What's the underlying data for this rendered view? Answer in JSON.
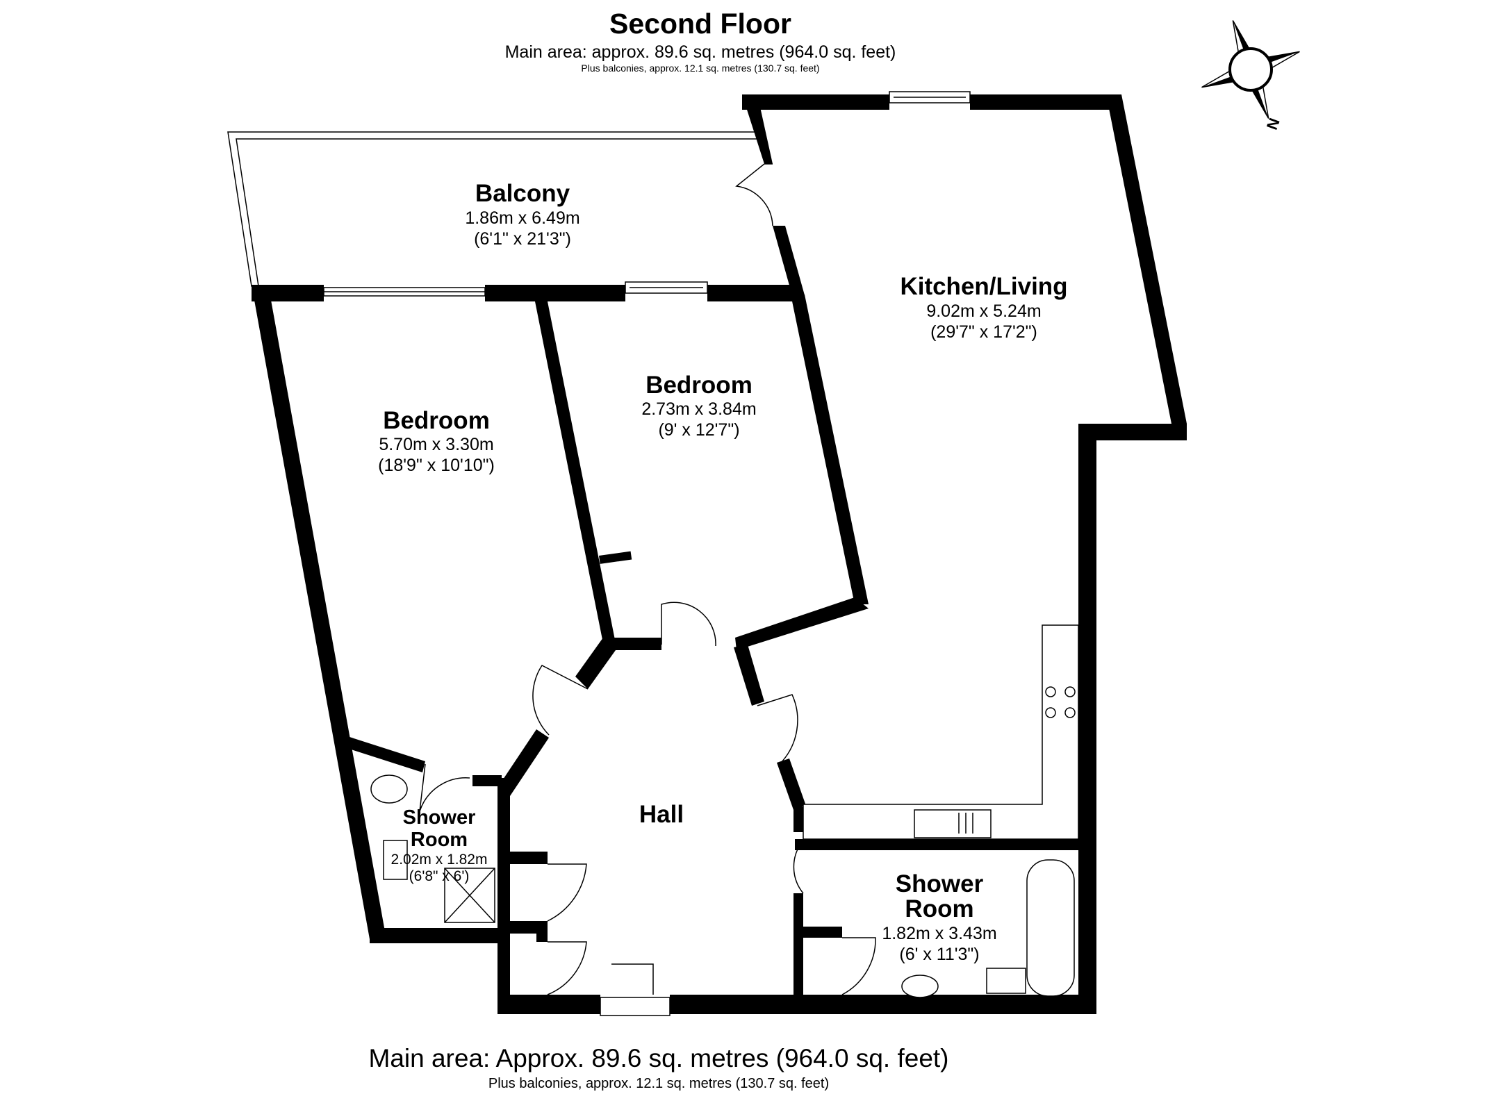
{
  "header": {
    "title": "Second Floor",
    "main_area": "Main area: approx. 89.6 sq. metres (964.0 sq. feet)",
    "plus_balconies": "Plus balconies, approx. 12.1 sq. metres (130.7 sq. feet)"
  },
  "footer": {
    "main_area": "Main area: Approx. 89.6 sq. metres (964.0 sq. feet)",
    "plus_balconies": "Plus balconies, approx. 12.1 sq. metres (130.7 sq. feet)"
  },
  "compass": {
    "label": "N"
  },
  "rooms": {
    "balcony": {
      "name": "Balcony",
      "metric": "1.86m x 6.49m",
      "imperial": "(6'1\" x 21'3\")"
    },
    "kitchen_living": {
      "name": "Kitchen/Living",
      "metric": "9.02m x 5.24m",
      "imperial": "(29'7\" x 17'2\")"
    },
    "bedroom_1": {
      "name": "Bedroom",
      "metric": "5.70m x 3.30m",
      "imperial": "(18'9\" x 10'10\")"
    },
    "bedroom_2": {
      "name": "Bedroom",
      "metric": "2.73m x 3.84m",
      "imperial": "(9' x 12'7\")"
    },
    "hall": {
      "name": "Hall"
    },
    "shower_room_1": {
      "name_line1": "Shower",
      "name_line2": "Room",
      "metric": "2.02m x 1.82m",
      "imperial": "(6'8\" x 6')"
    },
    "shower_room_2": {
      "name_line1": "Shower",
      "name_line2": "Room",
      "metric": "1.82m x 3.43m",
      "imperial": "(6' x 11'3\")"
    }
  }
}
